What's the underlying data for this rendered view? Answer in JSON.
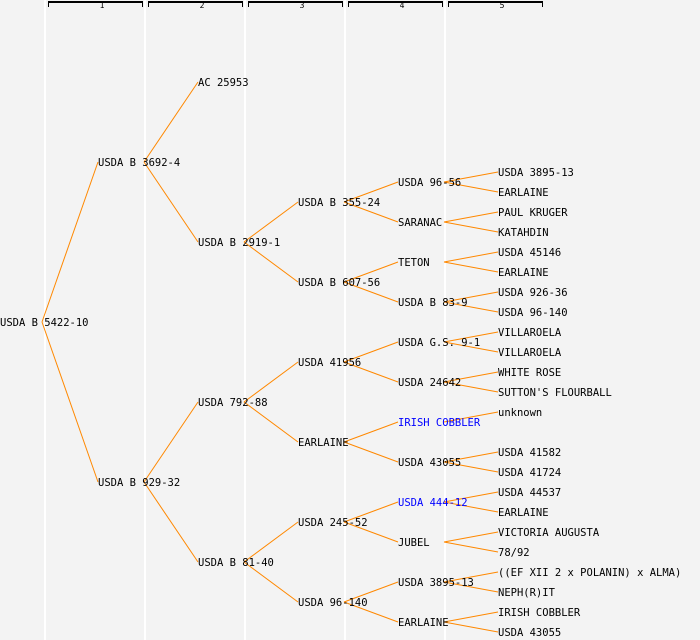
{
  "header": {
    "columns": [
      "1",
      "2",
      "3",
      "4",
      "5"
    ]
  },
  "colors": {
    "line": "#ff8800",
    "text": "#000000",
    "link": "#0000ff",
    "background": "#f3f3f3"
  },
  "tree": {
    "name": "USDA B 5422-10",
    "parents": [
      {
        "name": "USDA B 3692-4",
        "parents": [
          {
            "name": "AC 25953",
            "parents": []
          },
          {
            "name": "USDA B 2919-1",
            "parents": [
              {
                "name": "USDA B 355-24",
                "parents": [
                  {
                    "name": "USDA 96-56",
                    "parents": [
                      {
                        "name": "USDA 3895-13"
                      },
                      {
                        "name": "EARLAINE"
                      }
                    ]
                  },
                  {
                    "name": "SARANAC",
                    "parents": [
                      {
                        "name": "PAUL KRUGER"
                      },
                      {
                        "name": "KATAHDIN"
                      }
                    ]
                  }
                ]
              },
              {
                "name": "USDA B 607-56",
                "parents": [
                  {
                    "name": "TETON",
                    "parents": [
                      {
                        "name": "USDA 45146"
                      },
                      {
                        "name": "EARLAINE"
                      }
                    ]
                  },
                  {
                    "name": "USDA B 83-9",
                    "parents": [
                      {
                        "name": "USDA 926-36"
                      },
                      {
                        "name": "USDA 96-140"
                      }
                    ]
                  }
                ]
              }
            ]
          }
        ]
      },
      {
        "name": "USDA B 929-32",
        "parents": [
          {
            "name": "USDA 792-88",
            "parents": [
              {
                "name": "USDA 41956",
                "parents": [
                  {
                    "name": "USDA G.S. 9-1",
                    "parents": [
                      {
                        "name": "VILLAROELA"
                      },
                      {
                        "name": "VILLAROELA"
                      }
                    ]
                  },
                  {
                    "name": "USDA 24642",
                    "parents": [
                      {
                        "name": "WHITE ROSE"
                      },
                      {
                        "name": "SUTTON'S FLOURBALL"
                      }
                    ]
                  }
                ]
              },
              {
                "name": "EARLAINE",
                "parents": [
                  {
                    "name": "IRISH COBBLER",
                    "link": true,
                    "parents": [
                      {
                        "name": "unknown"
                      }
                    ]
                  },
                  {
                    "name": "USDA 43055",
                    "parents": [
                      {
                        "name": "USDA 41582"
                      },
                      {
                        "name": "USDA 41724"
                      }
                    ]
                  }
                ]
              }
            ]
          },
          {
            "name": "USDA B 81-40",
            "parents": [
              {
                "name": "USDA 245-52",
                "parents": [
                  {
                    "name": "USDA 444-12",
                    "link": true,
                    "parents": [
                      {
                        "name": "USDA 44537"
                      },
                      {
                        "name": "EARLAINE"
                      }
                    ]
                  },
                  {
                    "name": "JUBEL",
                    "parents": [
                      {
                        "name": "VICTORIA AUGUSTA"
                      },
                      {
                        "name": "78/92"
                      }
                    ]
                  }
                ]
              },
              {
                "name": "USDA 96-140",
                "parents": [
                  {
                    "name": "USDA 3895-13",
                    "parents": [
                      {
                        "name": "((EF XII 2 x POLANIN) x ALMA)"
                      },
                      {
                        "name": "NEPH(R)IT"
                      }
                    ]
                  },
                  {
                    "name": "EARLAINE",
                    "parents": [
                      {
                        "name": "IRISH COBBLER"
                      },
                      {
                        "name": "USDA 43055"
                      }
                    ]
                  }
                ]
              }
            ]
          }
        ]
      }
    ]
  }
}
